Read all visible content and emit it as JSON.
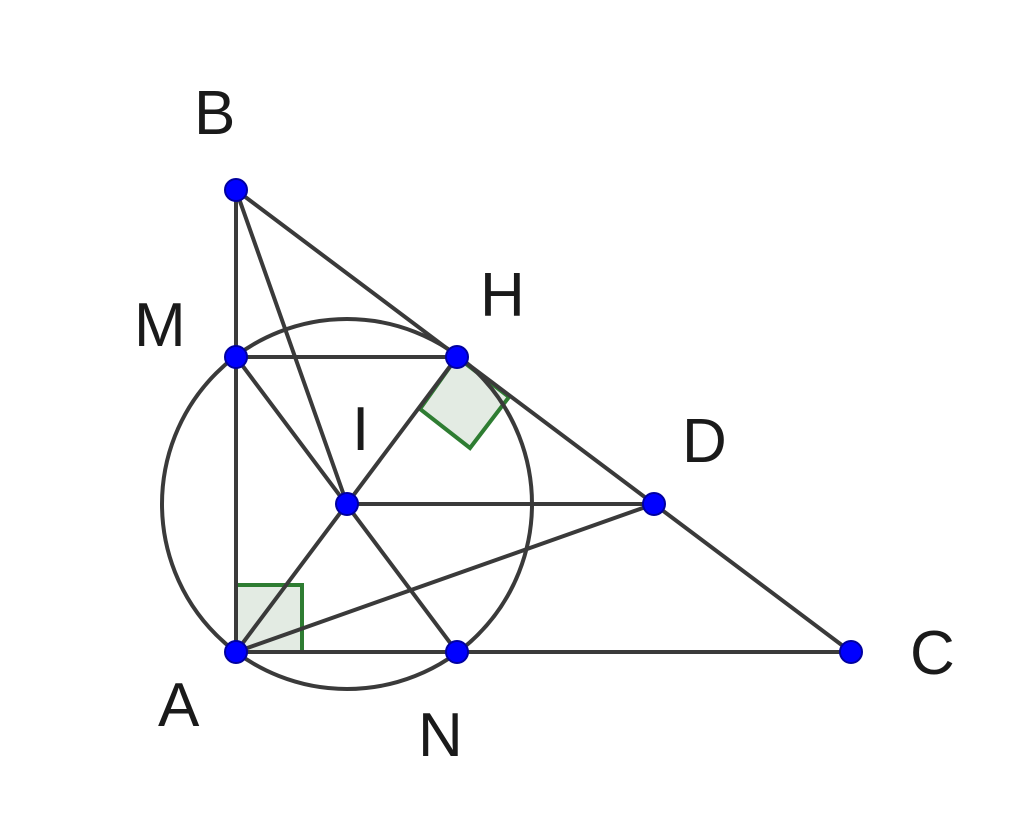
{
  "figure": {
    "labels": {
      "B": "B",
      "M": "M",
      "H": "H",
      "I": "I",
      "D": "D",
      "A": "A",
      "N": "N",
      "C": "C"
    },
    "colors": {
      "line": "#3a3a3a",
      "point_fill": "#0000ff",
      "right_angle_stroke": "#2e7d32",
      "right_angle_fill": "#e3ebe3"
    },
    "right_angle_marks": [
      "A",
      "H"
    ]
  }
}
